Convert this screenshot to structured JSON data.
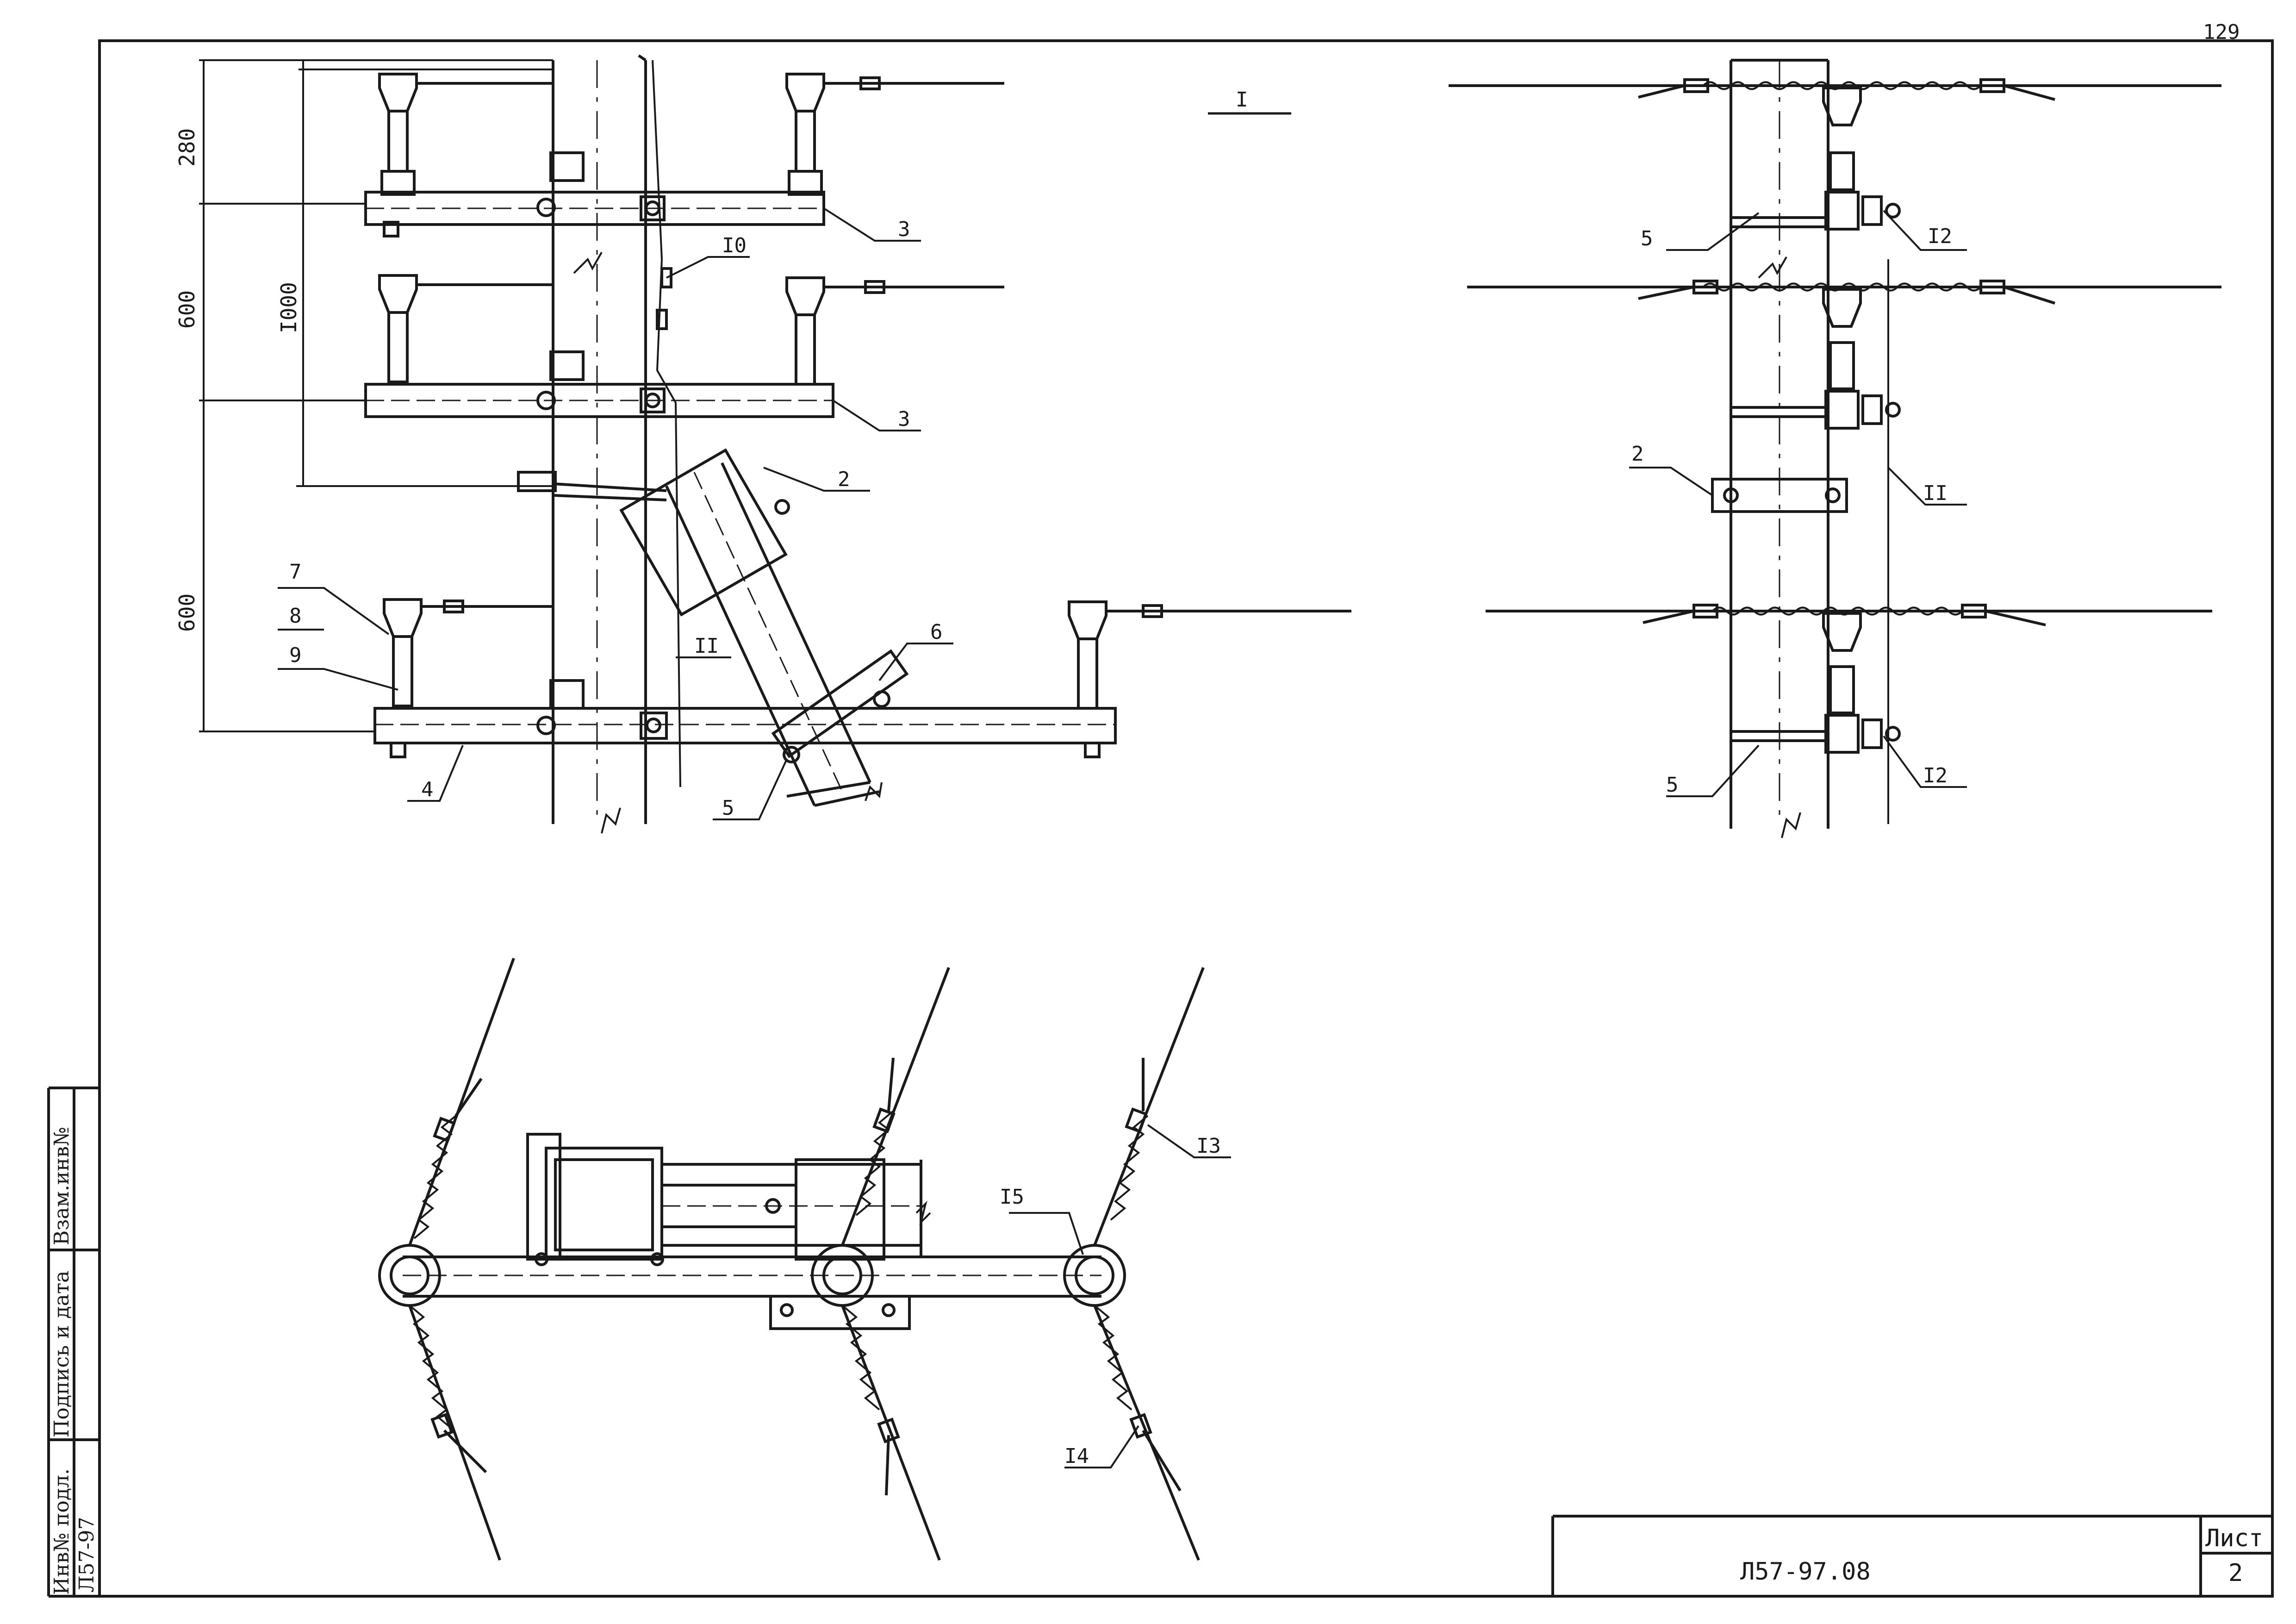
{
  "page_number": "129",
  "view_label": "I",
  "dimensions": {
    "d280": "280",
    "d600_top": "600",
    "d1000": "I000",
    "d600_bottom": "600"
  },
  "callouts": {
    "c3a": "3",
    "c3b": "3",
    "c2": "2",
    "c10": "I0",
    "c11": "II",
    "c7": "7",
    "c8": "8",
    "c9": "9",
    "c6": "6",
    "c4": "4",
    "c5": "5",
    "r5a": "5",
    "r12a": "I2",
    "r2": "2",
    "r11": "II",
    "r5b": "5",
    "r12b": "I2",
    "b13": "I3",
    "b15": "I5",
    "b14": "I4"
  },
  "side_stamp": {
    "inv_podl": "Инв№ подл.",
    "podpis": "Подпись и дата",
    "vzam": "Взам.инв№",
    "ref": "Л57-97"
  },
  "title_block": {
    "doc_code": "Л57-97.08",
    "sheet_label": "Лист",
    "sheet_number": "2"
  },
  "colors": {
    "ink": "#1a1a1a",
    "paper": "#ffffff"
  }
}
